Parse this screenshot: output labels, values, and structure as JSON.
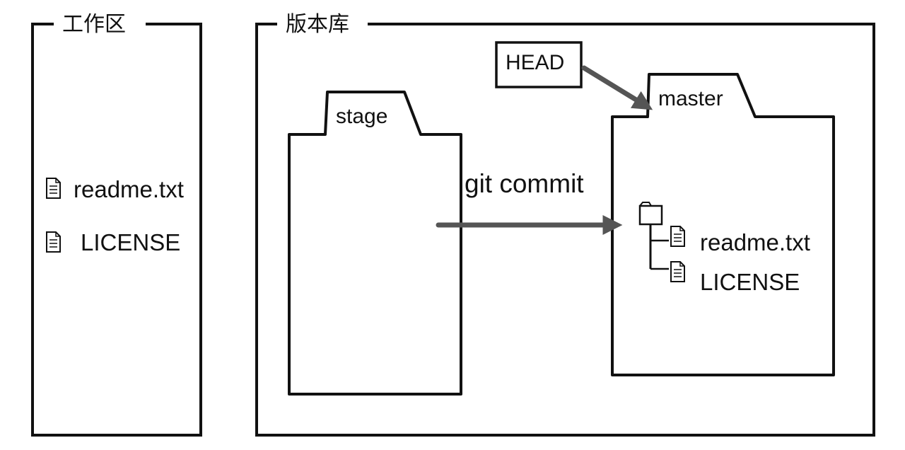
{
  "workspace": {
    "title": "工作区",
    "files": [
      {
        "name": "readme.txt",
        "icon": "file-icon"
      },
      {
        "name": "LICENSE",
        "icon": "file-icon"
      }
    ]
  },
  "repository": {
    "title": "版本库",
    "stage": {
      "label": "stage"
    },
    "head": {
      "label": "HEAD"
    },
    "master": {
      "label": "master",
      "tree_icon": "folder-tree-icon",
      "files": [
        {
          "name": "readme.txt",
          "icon": "file-icon"
        },
        {
          "name": "LICENSE",
          "icon": "file-icon"
        }
      ]
    },
    "commit_arrow": {
      "label": "git commit"
    }
  },
  "colors": {
    "line": "#111111",
    "arrow": "#555555",
    "background": "#ffffff"
  }
}
